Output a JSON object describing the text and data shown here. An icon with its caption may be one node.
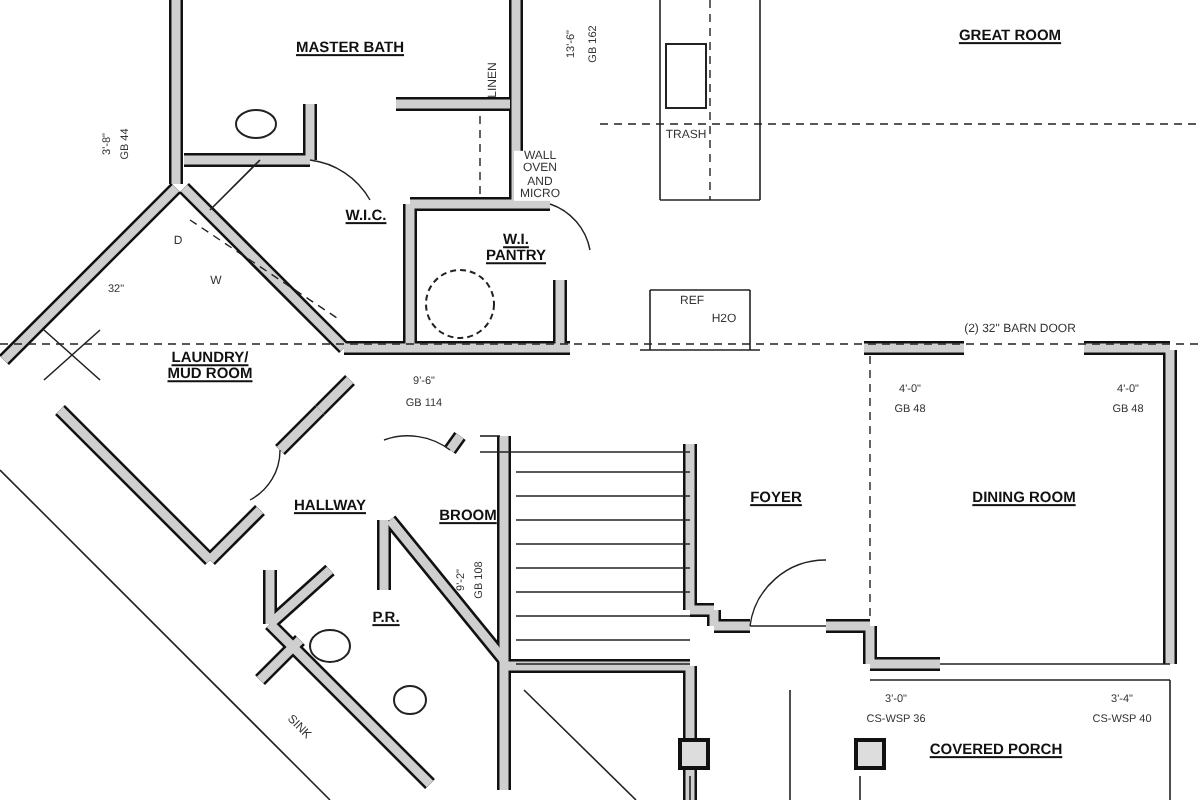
{
  "diagram": {
    "labels": [
      "MASTER BATH",
      "LINEN",
      "13'-6\"",
      "GB 162",
      "GREAT ROOM",
      "TRASH",
      "3'-8\"",
      "GB 44",
      "W.I.C.",
      "WALL OVEN AND MICRO",
      "W.I. PANTRY",
      "D",
      "W",
      "32\"",
      "LAUNDRY/ MUD ROOM",
      "REF",
      "H2O",
      "(2) 32\" BARN DOOR",
      "9'-6\"",
      "GB 114",
      "4'-0\"",
      "GB 48",
      "4'-0\"",
      "GB 48",
      "HALLWAY",
      "BROOM",
      "9'-2\"",
      "GB 108",
      "SINK",
      "P.R.",
      "FOYER",
      "DINING ROOM",
      "3'-0\"",
      "CS-WSP 36",
      "3'-4\"",
      "CS-WSP 40",
      "COVERED PORCH"
    ]
  }
}
